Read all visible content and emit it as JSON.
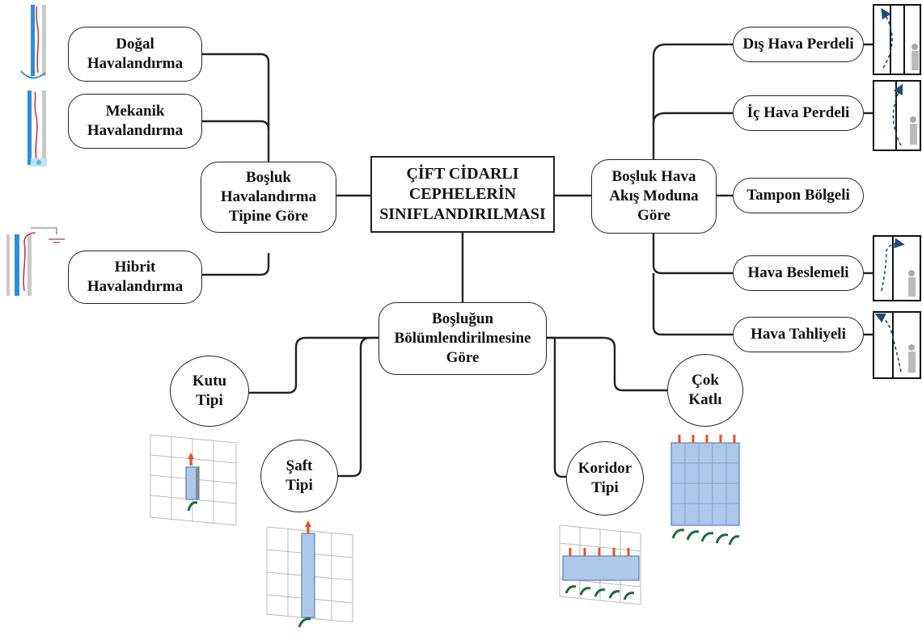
{
  "center": {
    "label": "ÇİFT CİDARLI\nCEPHELERİN\nSINIFLANDIRILMASI"
  },
  "categories": {
    "ventilation": {
      "label": "Boşluk\nHavalandırma\nTipine Göre",
      "items": [
        {
          "label": "Doğal\nHavalandırma"
        },
        {
          "label": "Mekanik\nHavalandırma"
        },
        {
          "label": "Hibrit\nHavalandırma"
        }
      ]
    },
    "airflow": {
      "label": "Boşluk Hava\nAkış Moduna\nGöre",
      "items": [
        {
          "label": "Dış Hava Perdeli"
        },
        {
          "label": "İç Hava Perdeli"
        },
        {
          "label": "Tampon Bölgeli"
        },
        {
          "label": "Hava Beslemeli"
        },
        {
          "label": "Hava Tahliyeli"
        }
      ]
    },
    "partitioning": {
      "label": "Boşluğun\nBölümlendirilmesine\nGöre",
      "items": [
        {
          "label": "Kutu\nTipi"
        },
        {
          "label": "Şaft\nTipi"
        },
        {
          "label": "Koridor\nTipi"
        },
        {
          "label": "Çok\nKatlı"
        }
      ]
    }
  },
  "colors": {
    "line": "#222222",
    "glass": "#aec8ec",
    "glass_edge": "#5a7fb5",
    "arrow_out": "#e8501e",
    "arrow_in": "#1f6b3a",
    "vent_blue": "#2a8fd8"
  }
}
